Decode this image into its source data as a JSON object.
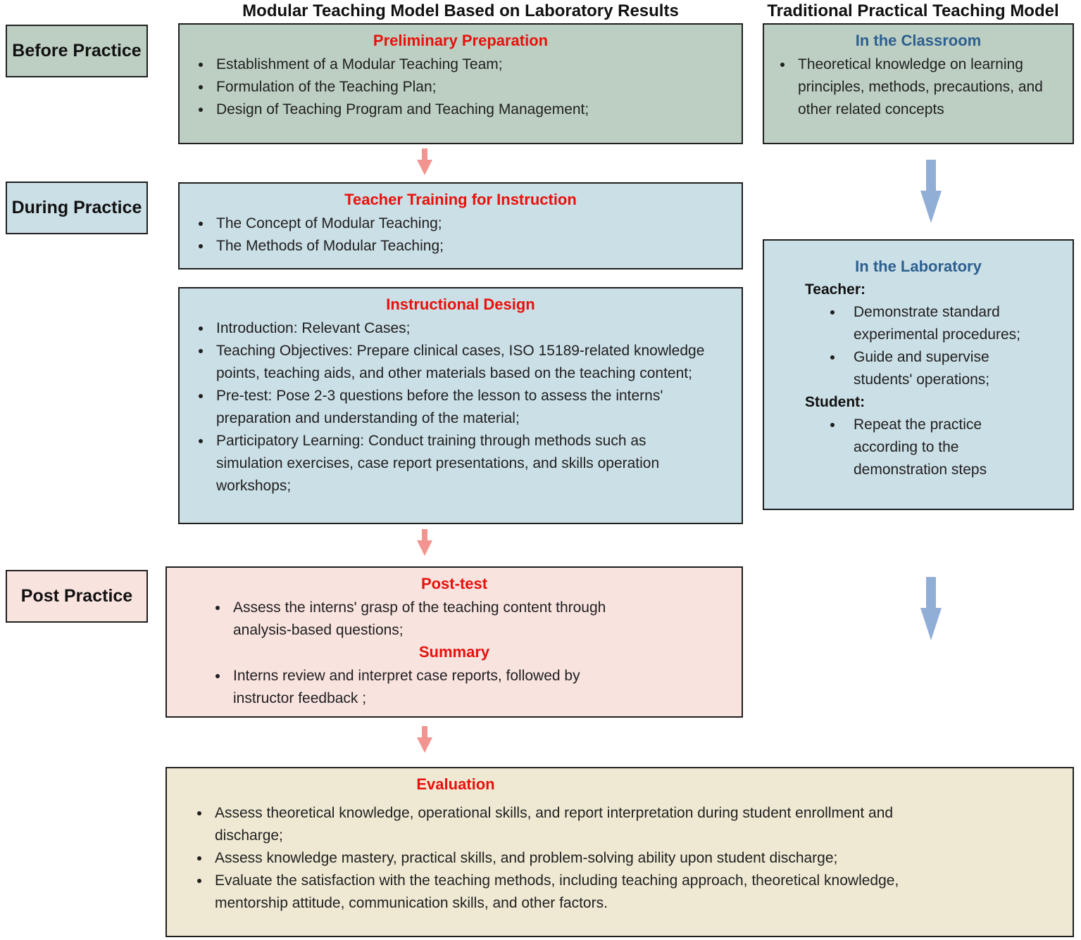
{
  "colors": {
    "green_fill": "#bdcfc3",
    "blue_fill": "#cbdfe6",
    "pink_fill": "#f8e3df",
    "beige_fill": "#efe9d3",
    "red_heading": "#e8110c",
    "blue_heading": "#2d5f8f",
    "pink_arrow": "#f2948f",
    "blue_arrow": "#90aed6",
    "text": "#1f1f1f"
  },
  "headers": {
    "modular": "Modular Teaching Model Based on Laboratory Results",
    "traditional": "Traditional Practical Teaching Model"
  },
  "stages": {
    "before": "Before Practice",
    "during": "During Practice",
    "post": "Post Practice"
  },
  "preliminary": {
    "title": "Preliminary Preparation",
    "bullets": [
      "Establishment of a Modular Teaching Team;",
      "Formulation of the Teaching Plan;",
      "Design of Teaching Program and Teaching Management;"
    ]
  },
  "teacher_training": {
    "title": "Teacher Training for Instruction",
    "bullets": [
      "The Concept of Modular Teaching;",
      "The Methods of Modular Teaching;"
    ]
  },
  "instructional_design": {
    "title": "Instructional Design",
    "bullets": [
      "Introduction: Relevant Cases;",
      "Teaching Objectives: Prepare clinical cases, ISO 15189-related knowledge points, teaching aids, and other materials based on the teaching content;",
      "Pre-test: Pose 2-3 questions before the lesson to assess the interns' preparation and understanding of the material;",
      "Participatory Learning: Conduct training through methods such as simulation exercises, case report presentations, and skills operation workshops;"
    ]
  },
  "post_box": {
    "post_test_title": "Post-test",
    "post_test_bullets": [
      "Assess the interns' grasp of the teaching content through analysis-based questions;"
    ],
    "summary_title": "Summary",
    "summary_bullets": [
      "Interns review and interpret case reports, followed by instructor feedback ;"
    ]
  },
  "evaluation": {
    "title": "Evaluation",
    "bullets": [
      "Assess theoretical knowledge, operational skills, and report interpretation during student enrollment and discharge;",
      "Assess knowledge mastery, practical skills, and problem-solving ability upon student discharge;",
      "Evaluate the satisfaction with the teaching methods, including teaching approach, theoretical knowledge, mentorship attitude, communication skills, and other factors."
    ]
  },
  "classroom": {
    "title": "In the Classroom",
    "bullets": [
      "Theoretical knowledge on learning principles, methods, precautions, and other related concepts"
    ]
  },
  "laboratory": {
    "title": "In the Laboratory",
    "teacher_label": "Teacher:",
    "teacher_bullets": [
      "Demonstrate standard experimental procedures;",
      "Guide and supervise students' operations;"
    ],
    "student_label": "Student:",
    "student_bullets": [
      "Repeat the practice according to the demonstration steps"
    ]
  }
}
